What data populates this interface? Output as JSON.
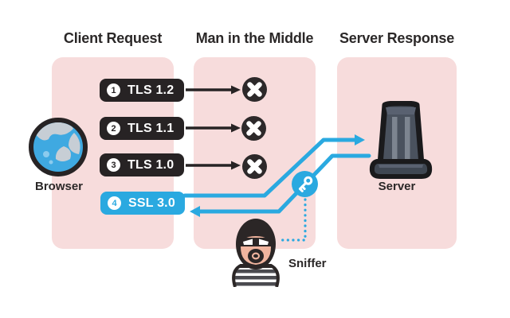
{
  "title": "SSL 3.0 downgrade man-in-the-middle diagram",
  "colors": {
    "pink": "#f7dcdc",
    "ink": "#272324",
    "blue": "#2aa9e0",
    "text": "#2b2828",
    "skin": "#f0b49e",
    "land": "#c7ced5",
    "ocean": "#3fa9e1",
    "server_body": "#4a525e",
    "server_stripe": "#7d8590",
    "server_base": "#3f4752",
    "server_bevel": "#596170"
  },
  "columns": [
    {
      "id": "client-request",
      "title": "Client Request"
    },
    {
      "id": "man-in-the-middle",
      "title": "Man in the Middle"
    },
    {
      "id": "server-response",
      "title": "Server Response"
    }
  ],
  "requests": [
    {
      "number": "1",
      "label": "TLS 1.2",
      "status": "blocked"
    },
    {
      "number": "2",
      "label": "TLS 1.1",
      "status": "blocked"
    },
    {
      "number": "3",
      "label": "TLS 1.0",
      "status": "blocked"
    },
    {
      "number": "4",
      "label": "SSL 3.0",
      "status": "accepted"
    }
  ],
  "nodes": {
    "browser": {
      "label": "Browser",
      "icon": "globe-icon"
    },
    "server": {
      "label": "Server",
      "icon": "server-icon"
    },
    "sniffer": {
      "label": "Sniffer",
      "icon": "burglar-icon"
    },
    "key": {
      "icon": "key-icon"
    }
  }
}
